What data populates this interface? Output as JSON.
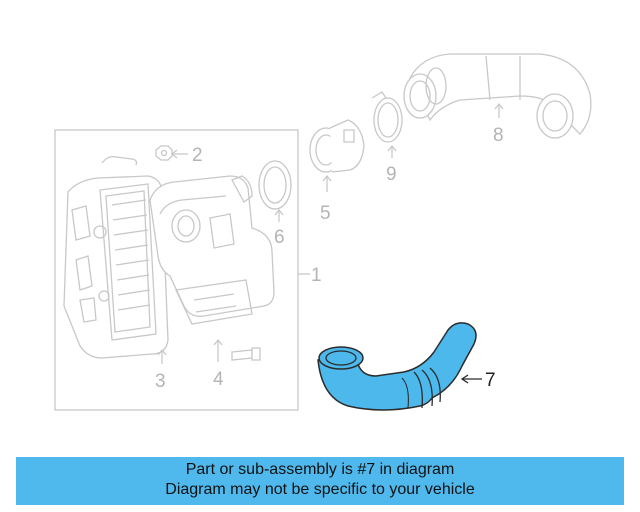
{
  "diagram": {
    "callouts": [
      "1",
      "2",
      "3",
      "4",
      "5",
      "6",
      "7",
      "8",
      "9"
    ],
    "highlighted_part": "7",
    "highlight_color": "#4db8ec",
    "line_color": "#c8c8c8"
  },
  "banner": {
    "line1": "Part or sub-assembly is #7 in diagram",
    "line2": "Diagram may not be specific to your vehicle",
    "background": "#4fb9ee"
  }
}
